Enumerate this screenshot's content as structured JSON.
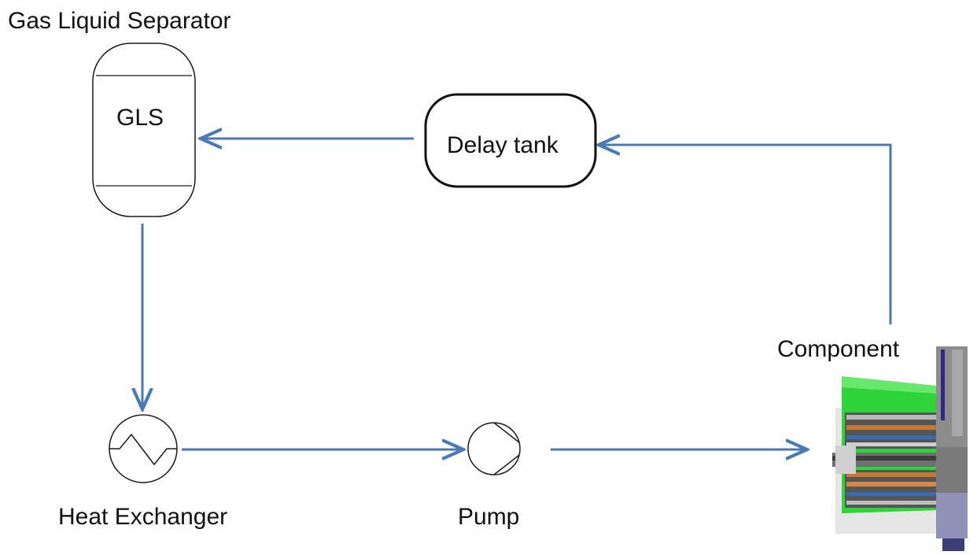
{
  "labels": {
    "gas_liquid_separator": "Gas Liquid Separator",
    "gls": "GLS",
    "delay_tank": "Delay tank",
    "heat_exchanger": "Heat Exchanger",
    "pump": "Pump",
    "component": "Component"
  },
  "colors": {
    "flow_arrow": "#4a7ab5",
    "outline": "#1a1a1a",
    "component_green": "#2fd43a",
    "component_grey": "#8c8c8c"
  }
}
